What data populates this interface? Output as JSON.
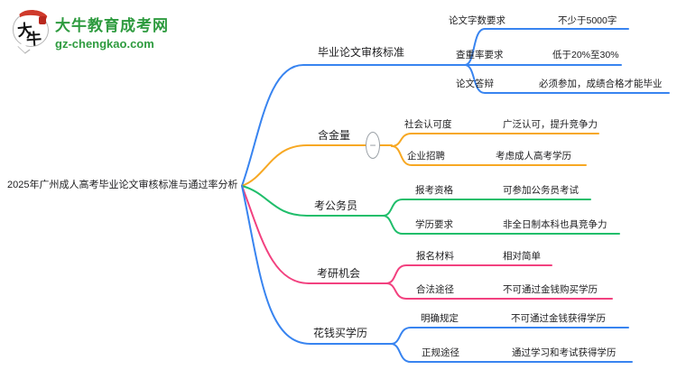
{
  "logo": {
    "icon_chars_1": "大",
    "icon_chars_2": "牛",
    "site_name": "大牛教育成考网",
    "site_url": "gz-chengkao.com"
  },
  "central_topic": "2025年广州成人高考毕业论文审核标准与通过率分析",
  "toggle": {
    "symbol": "−"
  },
  "colors": {
    "branch_blue": "#3884f0",
    "branch_orange": "#f7a823",
    "branch_green": "#20be6b",
    "branch_pink": "#f2417f",
    "logo_green": "#2e9b3f",
    "seal_red": "#cf3a2b",
    "text": "#1d1d1f"
  },
  "branches": [
    {
      "label": "毕业论文审核标准",
      "color": "blue",
      "children": [
        {
          "label": "论文字数要求",
          "value": "不少于5000字"
        },
        {
          "label": "查重率要求",
          "value": "低于20%至30%"
        },
        {
          "label": "论文答辩",
          "value": "必须参加，成绩合格才能毕业"
        }
      ]
    },
    {
      "label": "含金量",
      "color": "orange",
      "children": [
        {
          "label": "社会认可度",
          "value": "广泛认可，提升竞争力"
        },
        {
          "label": "企业招聘",
          "value": "考虑成人高考学历"
        }
      ]
    },
    {
      "label": "考公务员",
      "color": "green",
      "children": [
        {
          "label": "报考资格",
          "value": "可参加公务员考试"
        },
        {
          "label": "学历要求",
          "value": "非全日制本科也具竞争力"
        }
      ]
    },
    {
      "label": "考研机会",
      "color": "pink",
      "children": [
        {
          "label": "报名材料",
          "value": "相对简单"
        },
        {
          "label": "合法途径",
          "value": "不可通过金钱购买学历"
        }
      ]
    },
    {
      "label": "花钱买学历",
      "color": "blue",
      "children": [
        {
          "label": "明确规定",
          "value": "不可通过金钱获得学历"
        },
        {
          "label": "正规途径",
          "value": "通过学习和考试获得学历"
        }
      ]
    }
  ]
}
